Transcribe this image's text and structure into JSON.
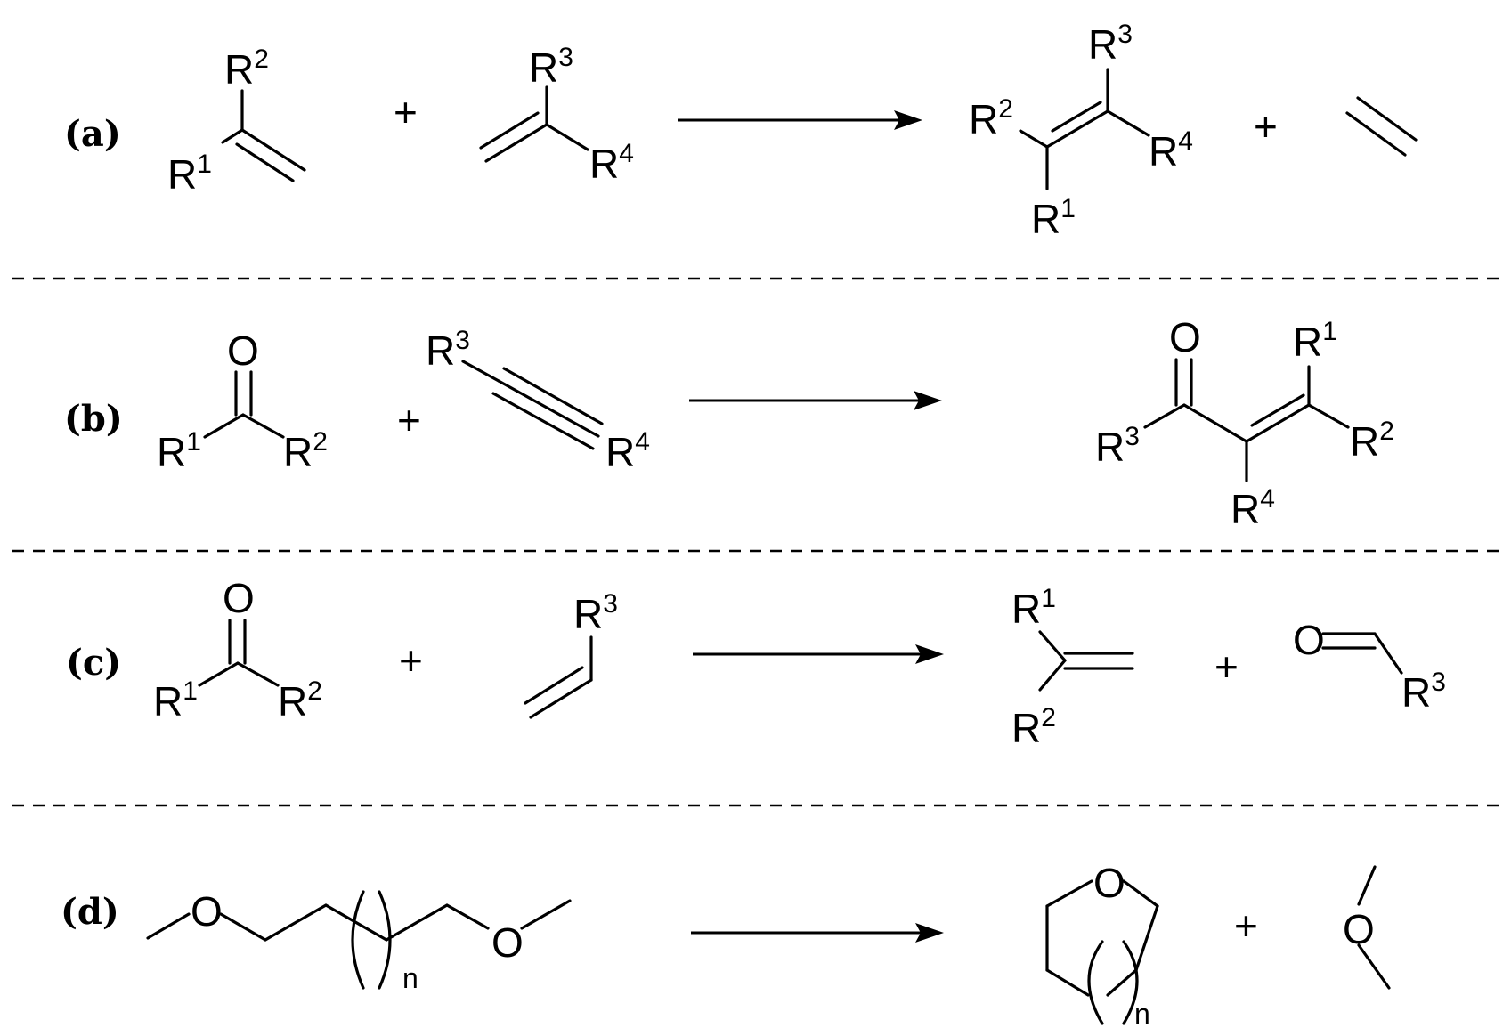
{
  "panels": {
    "a": {
      "label": "(a)",
      "reactant1": {
        "r_top": "R",
        "r_top_sup": "2",
        "r_left": "R",
        "r_left_sup": "1"
      },
      "reactant2": {
        "r_top": "R",
        "r_top_sup": "3",
        "r_right": "R",
        "r_right_sup": "4"
      },
      "product1": {
        "r_top": "R",
        "r_top_sup": "3",
        "r_left": "R",
        "r_left_sup": "2",
        "r_right": "R",
        "r_right_sup": "4",
        "r_bottom": "R",
        "r_bottom_sup": "1"
      },
      "plus": "+"
    },
    "b": {
      "label": "(b)",
      "reactant1": {
        "o": "O",
        "r_left": "R",
        "r_left_sup": "1",
        "r_right": "R",
        "r_right_sup": "2"
      },
      "reactant2": {
        "r_top": "R",
        "r_top_sup": "3",
        "r_bottom": "R",
        "r_bottom_sup": "4"
      },
      "product1": {
        "o": "O",
        "r_left": "R",
        "r_left_sup": "3",
        "r_top": "R",
        "r_top_sup": "1",
        "r_right": "R",
        "r_right_sup": "2",
        "r_bottom": "R",
        "r_bottom_sup": "4"
      },
      "plus": "+"
    },
    "c": {
      "label": "(c)",
      "reactant1": {
        "o": "O",
        "r_left": "R",
        "r_left_sup": "1",
        "r_right": "R",
        "r_right_sup": "2"
      },
      "reactant2": {
        "r_top": "R",
        "r_top_sup": "3"
      },
      "product1": {
        "r_top": "R",
        "r_top_sup": "1",
        "r_bottom": "R",
        "r_bottom_sup": "2"
      },
      "product2": {
        "o": "O",
        "r": "R",
        "r_sup": "3"
      },
      "plus": "+"
    },
    "d": {
      "label": "(d)",
      "reactant1": {
        "o1": "O",
        "o2": "O",
        "n": "n"
      },
      "product1": {
        "o": "O",
        "n": "n"
      },
      "product2": {
        "o": "O"
      },
      "plus": "+"
    }
  }
}
